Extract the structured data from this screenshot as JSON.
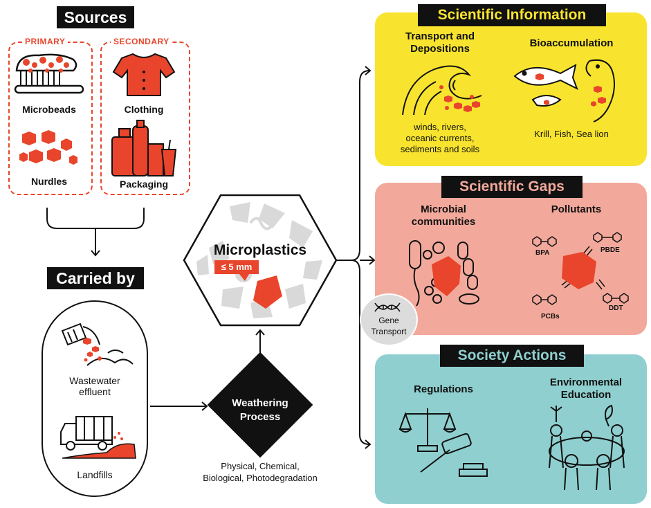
{
  "sources": {
    "title": "Sources",
    "primary_label": "PRIMARY",
    "secondary_label": "SECONDARY",
    "items": {
      "microbeads": "Microbeads",
      "nurdles": "Nurdles",
      "clothing": "Clothing",
      "packaging": "Packaging"
    }
  },
  "carried_by": {
    "title": "Carried by",
    "wastewater_line1": "Wastewater",
    "wastewater_line2": "effluent",
    "landfills": "Landfills"
  },
  "weathering": {
    "line1": "Weathering",
    "line2": "Process",
    "desc_line1": "Physical, Chemical,",
    "desc_line2": "Biological, Photodegradation"
  },
  "microplastics": {
    "title": "Microplastics",
    "size": "≤ 5 mm"
  },
  "scientific_information": {
    "title": "Scientific Information",
    "transport_title_1": "Transport and",
    "transport_title_2": "Depositions",
    "transport_desc": [
      "winds, rivers,",
      "oceanic currents,",
      "sediments and soils"
    ],
    "bio_title": "Bioaccumulation",
    "bio_desc": "Krill, Fish, Sea lion"
  },
  "scientific_gaps": {
    "title": "Scientific Gaps",
    "microbial_title_1": "Microbial",
    "microbial_title_2": "communities",
    "pollutants_title": "Pollutants",
    "pollutants": [
      "BPA",
      "PBDE",
      "PCBs",
      "DDT"
    ],
    "gene_1": "Gene",
    "gene_2": "Transport"
  },
  "society_actions": {
    "title": "Society Actions",
    "regulations": "Regulations",
    "env_1": "Environmental",
    "env_2": "Education"
  },
  "colors": {
    "accent": "#e8452c",
    "yellow": "#f8e42e",
    "pink": "#f2a99b",
    "teal": "#8fcfcf",
    "dark": "#111111",
    "grey": "#d9d9d9"
  }
}
